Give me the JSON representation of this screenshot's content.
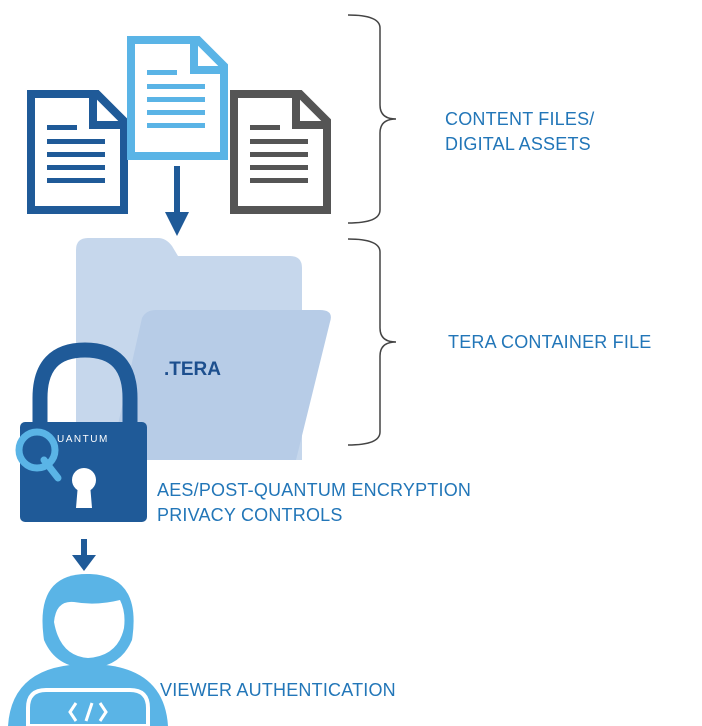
{
  "labels": {
    "content_line1": "CONTENT FILES/",
    "content_line2": "DIGITAL ASSETS",
    "container": "TERA CONTAINER FILE",
    "encryption_line1": "AES/POST-QUANTUM ENCRYPTION",
    "encryption_line2": "PRIVACY CONTROLS",
    "viewer": "VIEWER AUTHENTICATION"
  },
  "folder_label": ".TERA",
  "lock_text": "UANTUM",
  "lock_letter": "Q",
  "code_symbol": "</>",
  "colors": {
    "dark_blue": "#1f5a98",
    "light_blue": "#5ab4e6",
    "gray": "#555555",
    "folder_back": "#c5d6ec",
    "folder_front": "#b8cde8",
    "label_text": "#2276b8",
    "bracket": "#444444"
  },
  "icons": [
    "document-icon",
    "folder-icon",
    "padlock-icon",
    "user-at-laptop-icon",
    "down-arrow-icon"
  ]
}
